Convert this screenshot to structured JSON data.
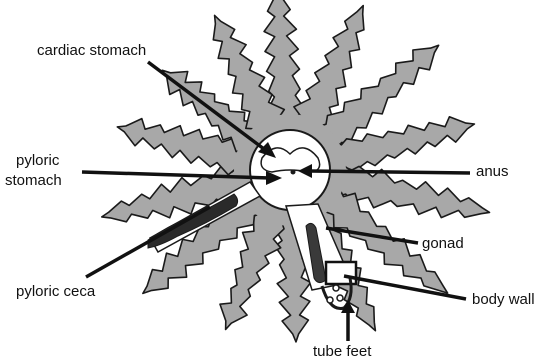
{
  "labels": {
    "cardiac_stomach": "cardiac stomach",
    "pyloric_stomach_line1": "pyloric",
    "pyloric_stomach_line2": "stomach",
    "anus": "anus",
    "gonad": "gonad",
    "pyloric_ceca": "pyloric ceca",
    "body_wall": "body wall",
    "tube_feet": "tube feet"
  },
  "colors": {
    "body_fill": "#a8a8a8",
    "outline": "#1a1a1a",
    "disc_fill": "#ffffff",
    "leader": "#111111"
  }
}
